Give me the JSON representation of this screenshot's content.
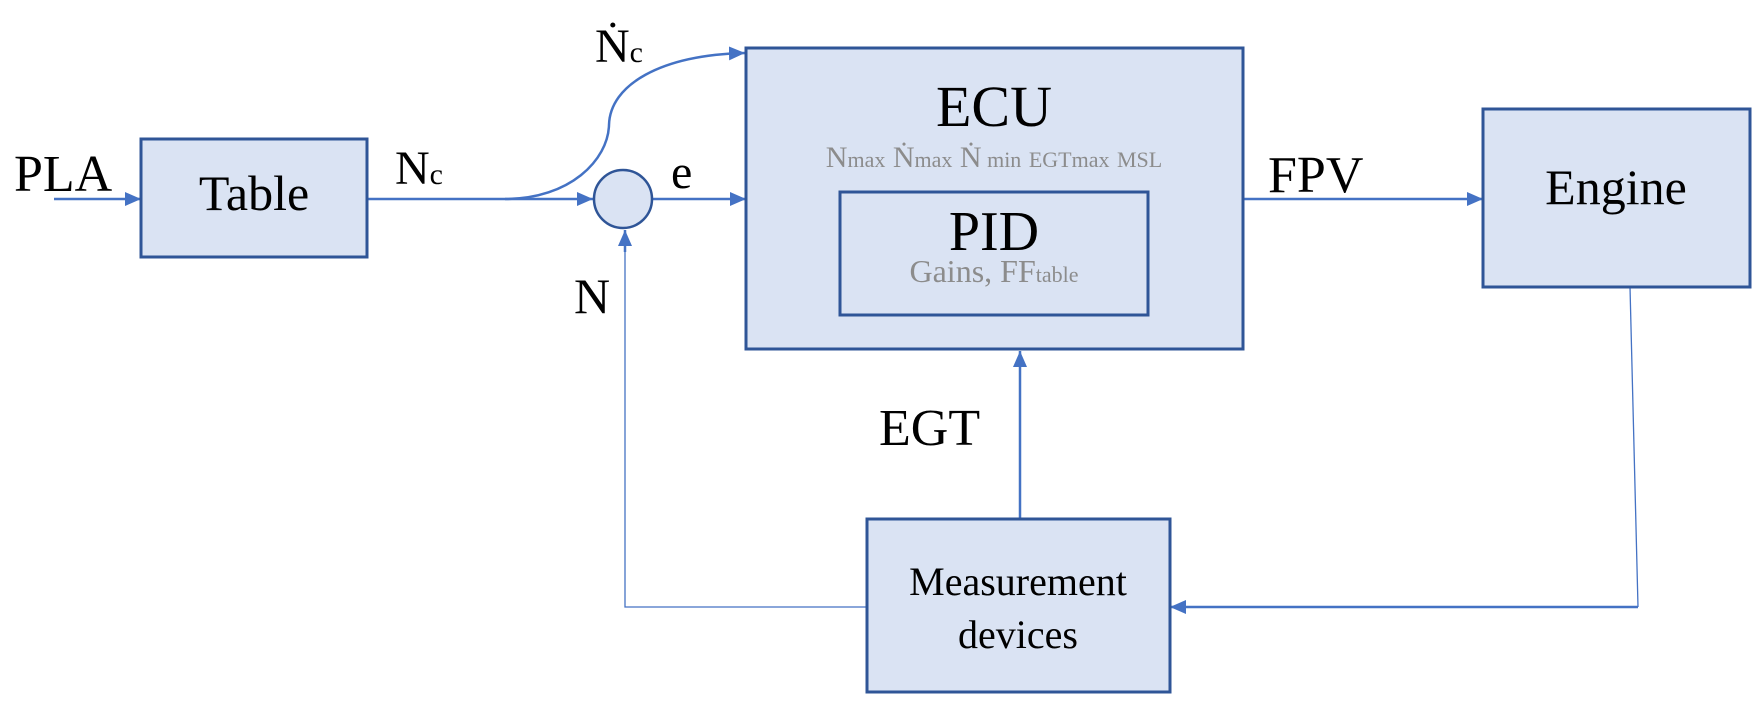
{
  "colors": {
    "line": "#4472c4",
    "box_border": "#2f5597",
    "box_fill": "#dae3f3",
    "param_text": "#8c8c8c"
  },
  "signals": {
    "input": "PLA",
    "commanded_speed": {
      "base": "N",
      "sub": "c"
    },
    "commanded_accel": {
      "base": "Ṅ",
      "sub": "c"
    },
    "error": "e",
    "feedback_speed": "N",
    "actuator": "FPV",
    "temperature": "EGT"
  },
  "blocks": {
    "table": "Table",
    "ecu": {
      "title": "ECU",
      "params": [
        {
          "base": "N",
          "sub": "max"
        },
        {
          "base": "Ṅ",
          "sub": "max"
        },
        {
          "base": "Ṅ",
          "sub": " min"
        },
        {
          "base": "EGT",
          "sub": "max"
        },
        {
          "base": "MSL",
          "sub": ""
        }
      ]
    },
    "pid": {
      "title": "PID",
      "params_base": "Gains, FF",
      "params_sub": "table"
    },
    "engine": "Engine",
    "measurement": {
      "line1": "Measurement",
      "line2": "devices"
    }
  }
}
